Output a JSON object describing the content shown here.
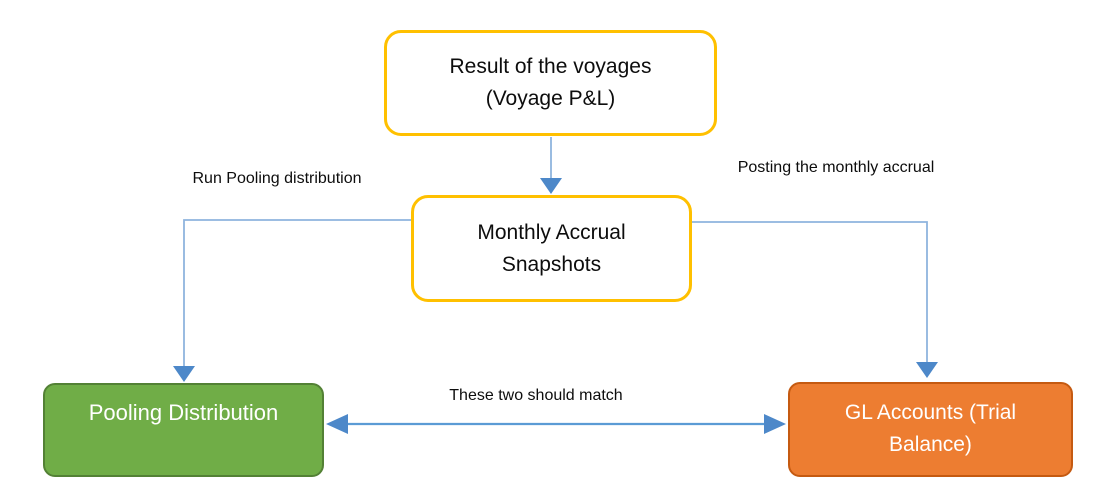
{
  "diagram": {
    "background": "#FFFFFF",
    "nodes": [
      {
        "id": "voyage_result",
        "lines": [
          "Result of the voyages",
          "(Voyage P&L)"
        ],
        "shape": "rounded-rectangle",
        "fill": "#FFFFFF",
        "border": "#FFC000",
        "text_color": "#000000"
      },
      {
        "id": "monthly_accrual_snapshots",
        "lines": [
          "Monthly Accrual",
          "Snapshots"
        ],
        "shape": "rounded-rectangle",
        "fill": "#FFFFFF",
        "border": "#FFC000",
        "text_color": "#000000"
      },
      {
        "id": "pooling_distribution",
        "lines": [
          "Pooling Distribution"
        ],
        "shape": "rounded-rectangle",
        "fill": "#70AD47",
        "border": "#538135",
        "text_color": "#FFFFFF"
      },
      {
        "id": "gl_accounts",
        "lines": [
          "GL Accounts (Trial",
          "Balance)"
        ],
        "shape": "rounded-rectangle",
        "fill": "#ED7D31",
        "border": "#C55A11",
        "text_color": "#FFFFFF"
      }
    ],
    "edges": [
      {
        "id": "voyages-to-snapshots",
        "from": "voyage_result",
        "to": "monthly_accrual_snapshots",
        "bidirectional": false,
        "label_lines": []
      },
      {
        "id": "snapshots-to-pooling",
        "from": "monthly_accrual_snapshots",
        "to": "pooling_distribution",
        "bidirectional": false,
        "label_lines": [
          "Run Pooling distribution"
        ]
      },
      {
        "id": "snapshots-to-gl",
        "from": "monthly_accrual_snapshots",
        "to": "gl_accounts",
        "bidirectional": false,
        "label_lines": [
          "Posting the monthly",
          "accrual"
        ]
      },
      {
        "id": "pooling-gl-match",
        "from": "pooling_distribution",
        "to": "gl_accounts",
        "bidirectional": true,
        "label_lines": [
          "These two should match"
        ]
      }
    ],
    "colors": {
      "arrow_line": "#8FB4DE",
      "arrow_head": "#4D88C9",
      "double_arrow_line": "#5B9BD5",
      "accent_yellow": "#FFC000",
      "green_fill": "#70AD47",
      "green_border": "#538135",
      "orange_fill": "#ED7D31",
      "orange_border": "#C55A11",
      "label_text": "#000000"
    }
  }
}
